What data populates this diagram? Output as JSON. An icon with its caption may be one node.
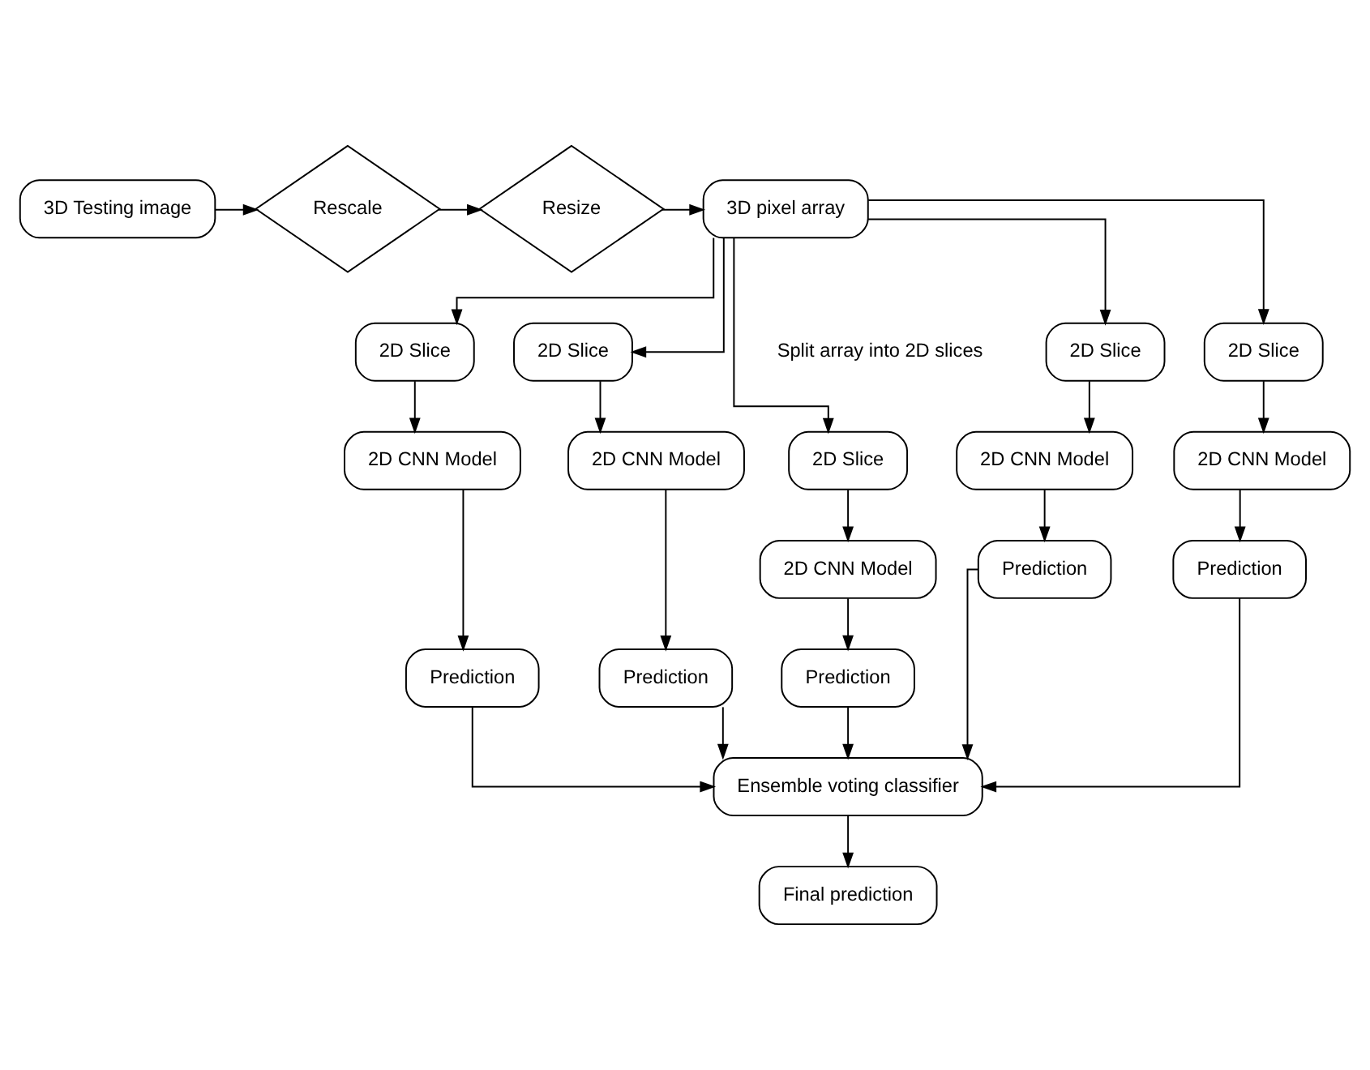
{
  "diagram": {
    "nodes": [
      {
        "text": [
          "3D Testing image"
        ]
      },
      {
        "text": [
          "Rescale"
        ]
      },
      {
        "text": [
          "Resize"
        ]
      },
      {
        "text": [
          "3D pixel array"
        ]
      },
      {
        "text": [
          "2D Slice"
        ]
      },
      {
        "text": [
          "2D Slice"
        ]
      },
      {
        "text": [
          "2D Slice"
        ]
      },
      {
        "text": [
          "2D Slice"
        ]
      },
      {
        "text": [
          "2D Slice"
        ]
      },
      {
        "text": [
          "2D CNN Model"
        ]
      },
      {
        "text": [
          "2D CNN Model"
        ]
      },
      {
        "text": [
          "2D CNN Model"
        ]
      },
      {
        "text": [
          "2D CNN Model"
        ]
      },
      {
        "text": [
          "2D CNN Model"
        ]
      },
      {
        "text": [
          "Prediction"
        ]
      },
      {
        "text": [
          "Prediction"
        ]
      },
      {
        "text": [
          "Prediction"
        ]
      },
      {
        "text": [
          "Prediction"
        ]
      },
      {
        "text": [
          "Prediction"
        ]
      },
      {
        "text": [
          "Ensemble voting classifier"
        ]
      },
      {
        "text": [
          "Final prediction"
        ]
      }
    ],
    "edges": [
      {
        "from": 0,
        "to": 1,
        "arrow": "to"
      },
      {
        "from": 1,
        "to": 2,
        "arrow": "to"
      },
      {
        "from": 2,
        "to": 3,
        "arrow": "to"
      },
      {
        "from": 3,
        "to": 4,
        "arrow": "to"
      },
      {
        "from": 3,
        "to": 5,
        "arrow": "to"
      },
      {
        "from": 3,
        "to": 6,
        "arrow": "to"
      },
      {
        "from": 3,
        "to": 7,
        "arrow": "to"
      },
      {
        "from": 3,
        "to": 8,
        "arrow": "to"
      },
      {
        "from": 4,
        "to": 9,
        "arrow": "to"
      },
      {
        "from": 5,
        "to": 10,
        "arrow": "to"
      },
      {
        "from": 6,
        "to": 11,
        "arrow": "to"
      },
      {
        "from": 7,
        "to": 12,
        "arrow": "to"
      },
      {
        "from": 8,
        "to": 13,
        "arrow": "to"
      },
      {
        "from": 9,
        "to": 14,
        "arrow": "to"
      },
      {
        "from": 10,
        "to": 15,
        "arrow": "to"
      },
      {
        "from": 11,
        "to": 16,
        "arrow": "to"
      },
      {
        "from": 12,
        "to": 17,
        "arrow": "to"
      },
      {
        "from": 13,
        "to": 18,
        "arrow": "to"
      },
      {
        "from": 14,
        "to": 19,
        "arrow": "to"
      },
      {
        "from": 15,
        "to": 19,
        "arrow": "to"
      },
      {
        "from": 16,
        "to": 19,
        "arrow": "to"
      },
      {
        "from": 17,
        "to": 19,
        "arrow": "to"
      },
      {
        "from": 18,
        "to": 19,
        "arrow": "to"
      },
      {
        "from": 19,
        "to": 20,
        "arrow": "to"
      }
    ],
    "labels": [
      "Split array into 2D slices"
    ]
  }
}
